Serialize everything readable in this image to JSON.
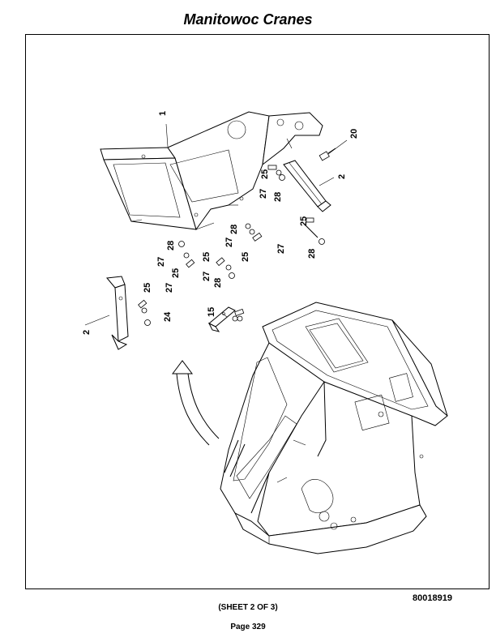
{
  "header": {
    "title": "Manitowoc Cranes"
  },
  "drawing": {
    "callouts": {
      "c1": "1",
      "c20": "20",
      "c2a": "2",
      "c2b": "2",
      "c25a": "25",
      "c27a": "27",
      "c28a": "28",
      "c25b": "25",
      "c27b": "27",
      "c28b": "28",
      "c27c": "27",
      "c28c": "28",
      "c25c": "25",
      "c28d": "28",
      "c27d": "27",
      "c25d": "25",
      "c27e": "27",
      "c25e": "25",
      "c28e": "28",
      "c25f": "25",
      "c27f": "27",
      "c24": "24",
      "c15": "15"
    },
    "drawing_number": "80018919"
  },
  "footer": {
    "sheet": "(SHEET 2 OF 3)",
    "page": "Page 329"
  }
}
